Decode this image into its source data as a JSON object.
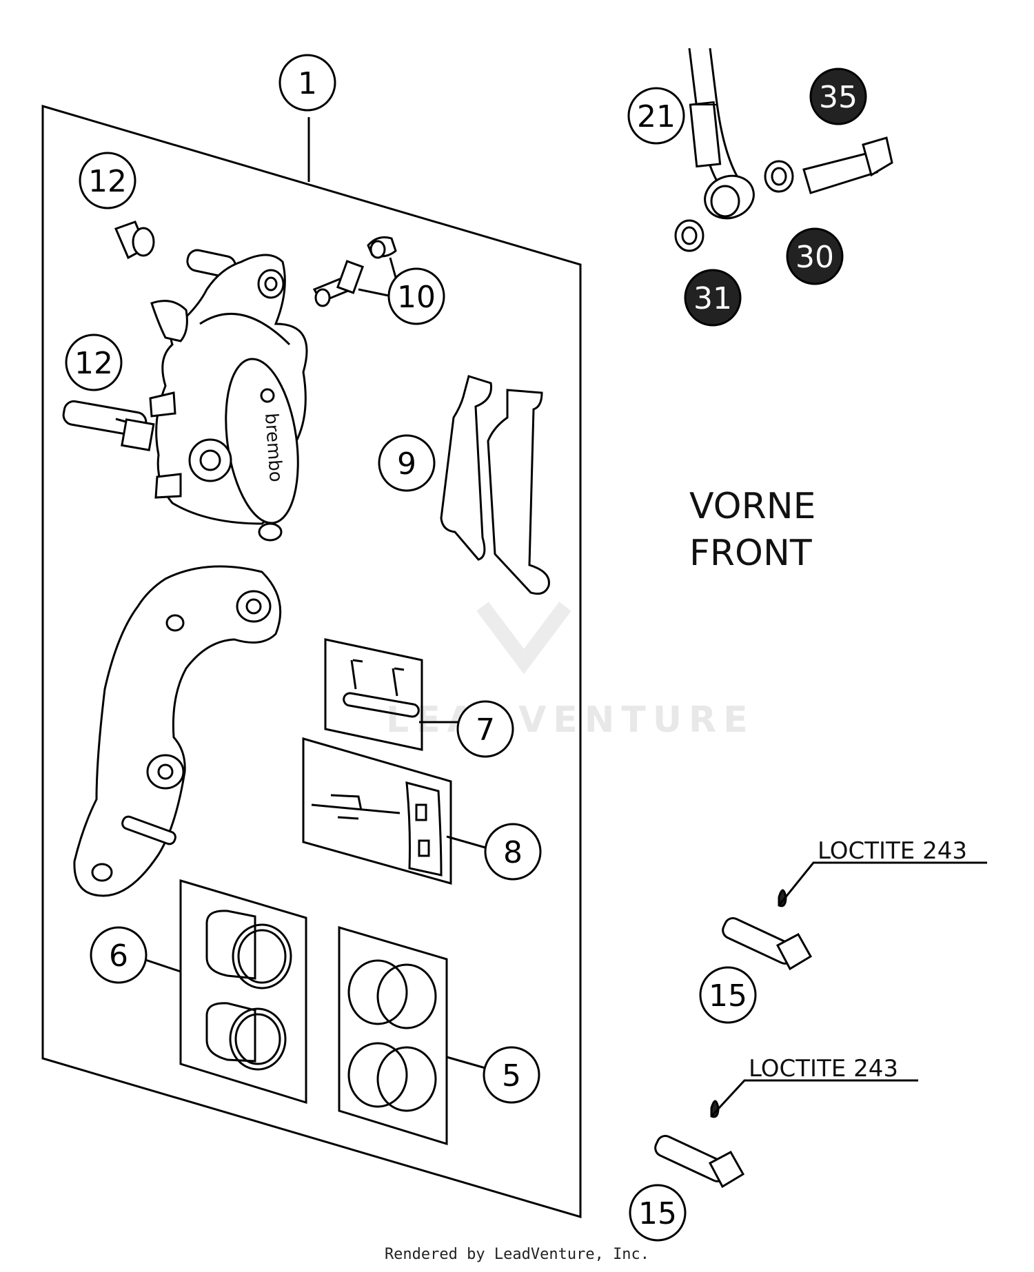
{
  "callouts": {
    "c1": "1",
    "c12a": "12",
    "c12b": "12",
    "c10": "10",
    "c9": "9",
    "c7": "7",
    "c8": "8",
    "c6": "6",
    "c5": "5",
    "c21": "21",
    "c35": "35",
    "c30": "30",
    "c31": "31",
    "c15a": "15",
    "c15b": "15"
  },
  "labels": {
    "vorne": "VORNE",
    "front": "FRONT",
    "loctite_a": "LOCTITE 243",
    "loctite_b": "LOCTITE 243",
    "watermark": "LEADVENTURE"
  },
  "part_marking": "brembo",
  "footer": "Rendered by LeadVenture, Inc."
}
